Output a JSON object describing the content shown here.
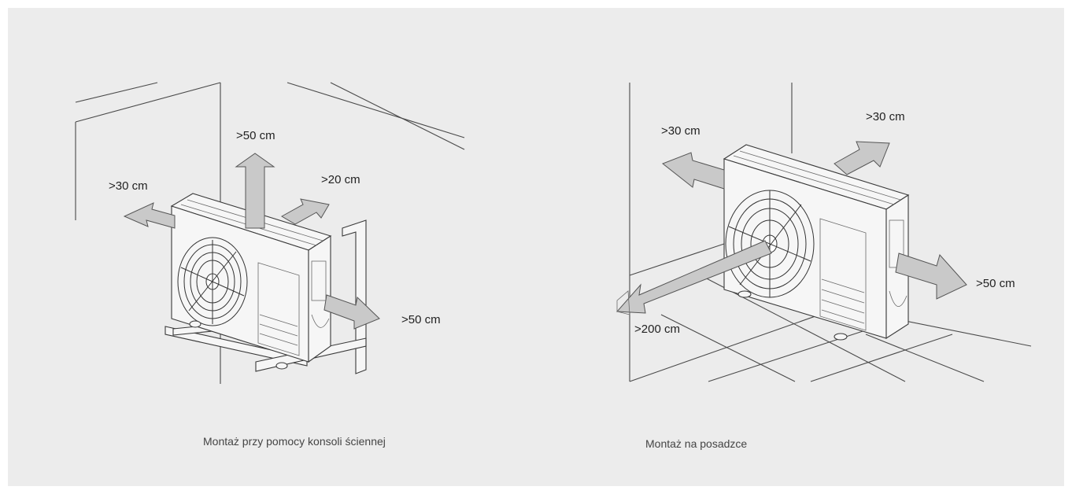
{
  "left_figure": {
    "caption": "Montaż przy pomocy konsoli ściennej",
    "labels": {
      "top": ">50 cm",
      "left": ">30 cm",
      "back": ">20 cm",
      "right": ">50 cm"
    }
  },
  "right_figure": {
    "caption": "Montaż na posadzce",
    "labels": {
      "left": ">30 cm",
      "back": ">30 cm",
      "right": ">50 cm",
      "front": ">200 cm"
    }
  },
  "colors": {
    "background": "#ececec",
    "line": "#4a4a4a",
    "arrow_fill": "#c9c9c9"
  }
}
